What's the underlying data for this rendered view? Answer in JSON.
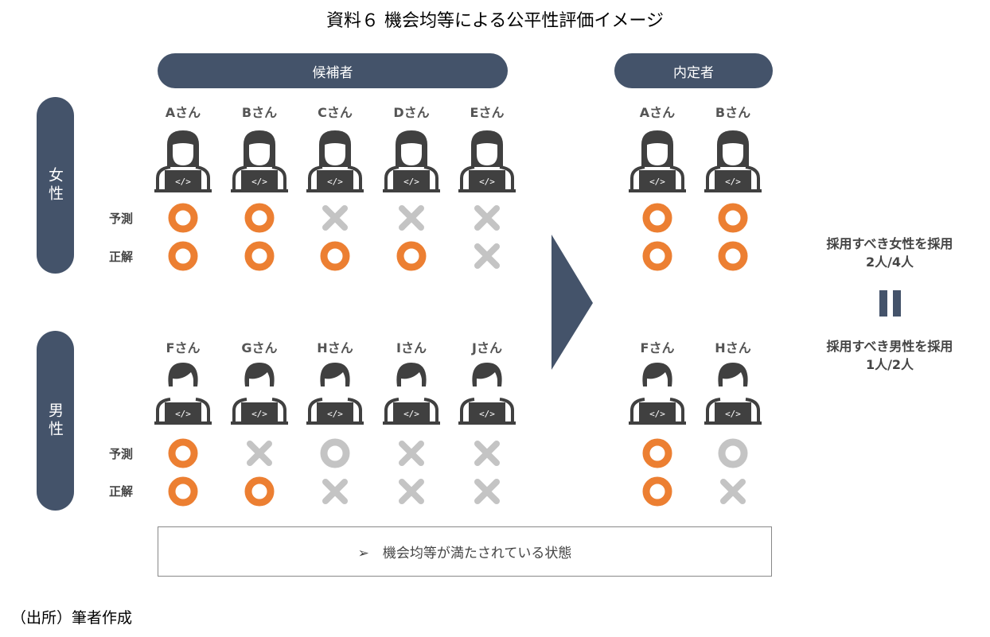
{
  "title": "資料６ 機会均等による公平性評価イメージ",
  "candidates_label": "候補者",
  "offered_label": "内定者",
  "female_label": "女性",
  "male_label": "男性",
  "row_labels": {
    "prediction": "予測",
    "correct": "正解"
  },
  "colors": {
    "navy": "#44536a",
    "orange": "#ec7f32",
    "gray": "#c4c4c4",
    "icon": "#404040"
  },
  "female_candidates": [
    {
      "name": "Aさん",
      "prediction": "o-orange",
      "correct": "o-orange"
    },
    {
      "name": "Bさん",
      "prediction": "o-orange",
      "correct": "o-orange"
    },
    {
      "name": "Cさん",
      "prediction": "x-gray",
      "correct": "o-orange"
    },
    {
      "name": "Dさん",
      "prediction": "x-gray",
      "correct": "o-orange"
    },
    {
      "name": "Eさん",
      "prediction": "x-gray",
      "correct": "x-gray"
    }
  ],
  "male_candidates": [
    {
      "name": "Fさん",
      "prediction": "o-orange",
      "correct": "o-orange"
    },
    {
      "name": "Gさん",
      "prediction": "x-gray",
      "correct": "o-orange"
    },
    {
      "name": "Hさん",
      "prediction": "o-gray",
      "correct": "x-gray"
    },
    {
      "name": "Iさん",
      "prediction": "x-gray",
      "correct": "x-gray"
    },
    {
      "name": "Jさん",
      "prediction": "x-gray",
      "correct": "x-gray"
    }
  ],
  "female_offered": [
    {
      "name": "Aさん",
      "prediction": "o-orange",
      "correct": "o-orange"
    },
    {
      "name": "Bさん",
      "prediction": "o-orange",
      "correct": "o-orange"
    }
  ],
  "male_offered": [
    {
      "name": "Fさん",
      "prediction": "o-orange",
      "correct": "o-orange"
    },
    {
      "name": "Hさん",
      "prediction": "o-gray",
      "correct": "x-gray"
    }
  ],
  "summary": {
    "female_line1": "採用すべき女性を採用",
    "female_line2": "2人/4人",
    "male_line1": "採用すべき男性を採用",
    "male_line2": "1人/2人"
  },
  "conclusion": "➢　機会均等が満たされている状態",
  "source": "（出所）筆者作成"
}
